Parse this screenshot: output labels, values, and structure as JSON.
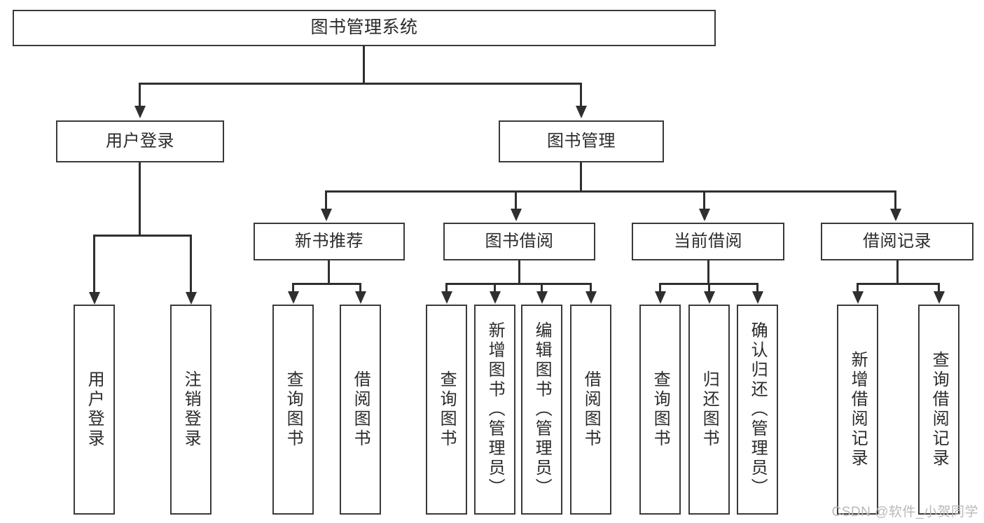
{
  "diagram": {
    "title": "图书管理系统",
    "type": "功能结构图",
    "root": {
      "label": "图书管理系统"
    },
    "level2": [
      {
        "label": "用户登录"
      },
      {
        "label": "图书管理"
      }
    ],
    "level3": [
      {
        "label": "新书推荐"
      },
      {
        "label": "图书借阅"
      },
      {
        "label": "当前借阅"
      },
      {
        "label": "借阅记录"
      }
    ],
    "leaves": {
      "user_login": [
        {
          "label": "用户登录"
        },
        {
          "label": "注销登录"
        }
      ],
      "new_book": [
        {
          "label": "查询图书"
        },
        {
          "label": "借阅图书"
        }
      ],
      "book_borrow": [
        {
          "label": "查询图书"
        },
        {
          "label": "新增图书（管理员）"
        },
        {
          "label": "编辑图书（管理员）"
        },
        {
          "label": "借阅图书"
        }
      ],
      "current_borrow": [
        {
          "label": "查询图书"
        },
        {
          "label": "归还图书"
        },
        {
          "label": "确认归还（管理员）"
        }
      ],
      "borrow_record": [
        {
          "label": "新增借阅记录"
        },
        {
          "label": "查询借阅记录"
        }
      ]
    }
  },
  "watermark": {
    "text": "CSDN @软件_小贺同学"
  },
  "colors": {
    "box_border": "#3a3a3a",
    "line": "#2f2f2f",
    "text": "#2b2b2b",
    "background": "#ffffff",
    "watermark": "#b9b9b9"
  }
}
